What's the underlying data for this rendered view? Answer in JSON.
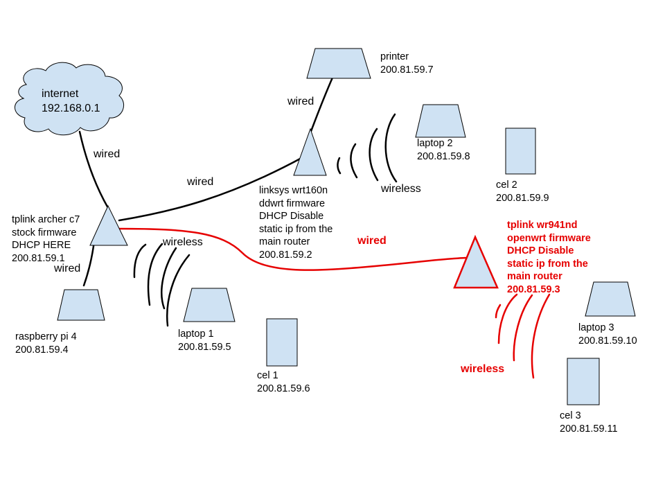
{
  "colors": {
    "device_fill": "#cfe2f3",
    "outline": "#000000",
    "highlight": "#e60000"
  },
  "nodes": {
    "internet": {
      "name": "internet",
      "ip": "192.168.0.1",
      "shape": "cloud-icon"
    },
    "archer": {
      "text": "tplink archer c7\nstock firmware\nDHCP HERE\n200.81.59.1",
      "shape": "triangle-router-icon"
    },
    "linksys": {
      "text": "linksys wrt160n\nddwrt firmware\nDHCP Disable\nstatic ip from the\nmain router\n200.81.59.2",
      "shape": "triangle-router-icon"
    },
    "wr941": {
      "text": "tplink wr941nd\nopenwrt firmware\nDHCP Disable\nstatic ip from the\nmain router\n200.81.59.3",
      "shape": "triangle-router-icon"
    },
    "printer": {
      "text": "printer\n200.81.59.7",
      "shape": "trapezoid-device-icon"
    },
    "laptop2": {
      "text": "laptop 2\n200.81.59.8",
      "shape": "trapezoid-device-icon"
    },
    "cel2": {
      "text": "cel 2\n200.81.59.9",
      "shape": "rectangle-phone-icon"
    },
    "raspberry": {
      "text": "raspberry pi 4\n200.81.59.4",
      "shape": "trapezoid-device-icon"
    },
    "laptop1": {
      "text": "laptop 1\n200.81.59.5",
      "shape": "trapezoid-device-icon"
    },
    "cel1": {
      "text": "cel 1\n200.81.59.6",
      "shape": "rectangle-phone-icon"
    },
    "laptop3": {
      "text": "laptop 3\n200.81.59.10",
      "shape": "trapezoid-device-icon"
    },
    "cel3": {
      "text": "cel 3\n200.81.59.11",
      "shape": "rectangle-phone-icon"
    }
  },
  "links": {
    "internet_archer": "wired",
    "archer_linksys": "wired",
    "linksys_printer": "wired",
    "archer_raspberry": "wired",
    "archer_wireless": "wireless",
    "linksys_wireless": "wireless",
    "archer_wr941": "wired",
    "wr941_wireless": "wireless"
  }
}
